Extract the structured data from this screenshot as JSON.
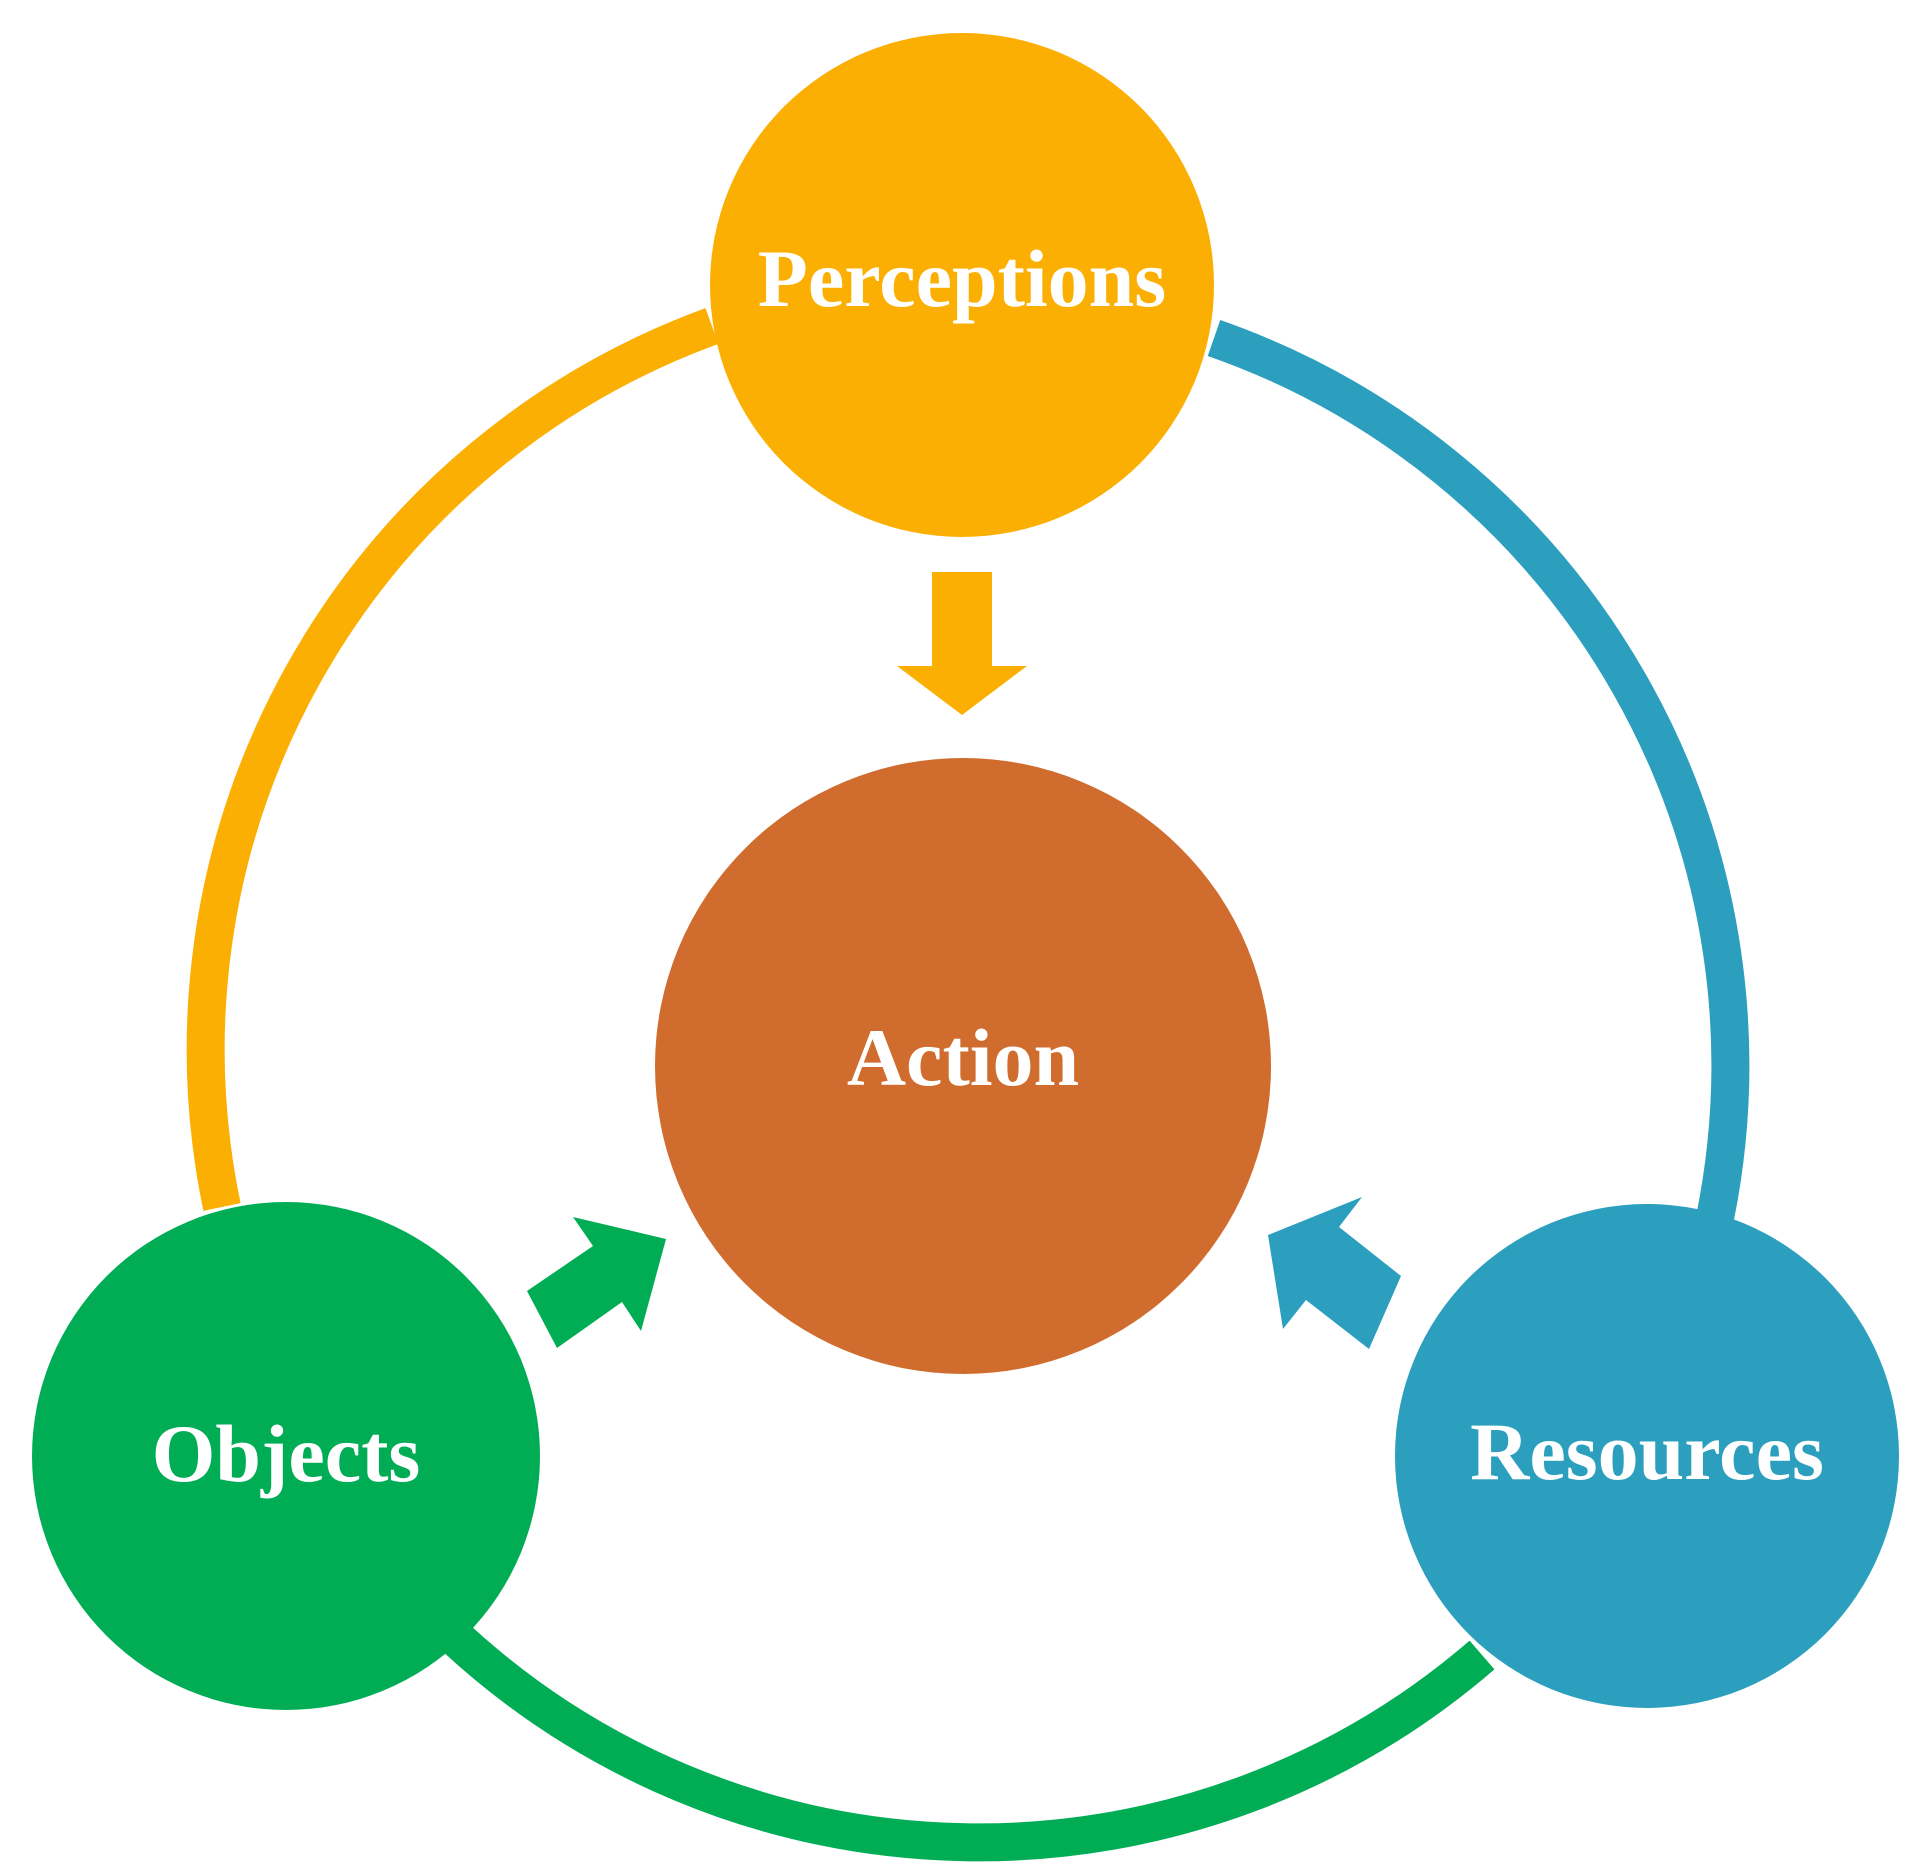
{
  "diagram": {
    "center": {
      "label": "Action",
      "color": "#D06C2E"
    },
    "nodes": [
      {
        "id": "perceptions",
        "label": "Perceptions",
        "color": "#FCAF03"
      },
      {
        "id": "resources",
        "label": "Resources",
        "color": "#2C9FBE"
      },
      {
        "id": "objects",
        "label": "Objects",
        "color": "#00AD55"
      }
    ],
    "ring_segments": [
      {
        "from": "objects",
        "to": "perceptions",
        "color": "#FCAF03"
      },
      {
        "from": "perceptions",
        "to": "resources",
        "color": "#2C9FBE"
      },
      {
        "from": "resources",
        "to": "objects",
        "color": "#00AD55"
      }
    ],
    "arrows": [
      {
        "from": "perceptions",
        "to": "action",
        "color": "#FCAF03"
      },
      {
        "from": "objects",
        "to": "action",
        "color": "#00AD55"
      },
      {
        "from": "resources",
        "to": "action",
        "color": "#2C9FBE"
      }
    ]
  }
}
